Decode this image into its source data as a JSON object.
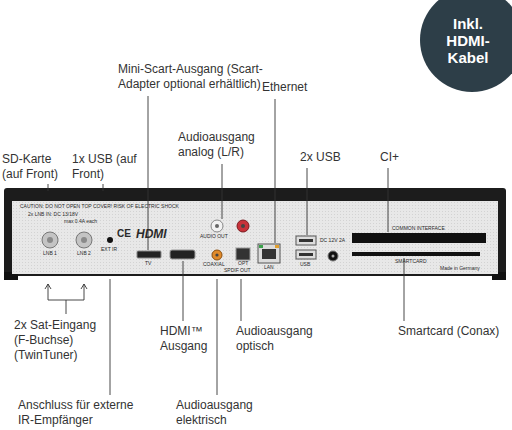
{
  "diagram": {
    "nodes": [
      {
        "text": [
          "Inkl. HDMI- Kabel"
        ]
      }
    ],
    "labels": [
      "SD-Karte (auf Front)",
      "1x USB (auf Front)",
      "Mini-Scart-Ausgang (Scart-Adapter optional erhältlich)",
      "Ethernet",
      "Audioausgang analog (L/R)",
      "2x USB",
      "CI+",
      "2x Sat-Eingang (F-Buchse) (TwinTuner)",
      "HDMI™ Ausgang",
      "Audioausgang optisch",
      "Smartcard (Conax)",
      "Anschluss für externe IR-Empfänger",
      "Audioausgang elektrisch",
      "CAUTION: DO NOT OPEN TOP COVER! RISK OF ELECTRIC SHOCK",
      "2x LNB IN: DC 13/18V",
      "max 0.4A each",
      "CE",
      "HDMI",
      "AUDIO OUT",
      "COAXIAL",
      "SPDIF OUT",
      "OPT",
      "LAN",
      "USB",
      "DC 12V 2A",
      "COMMON INTERFACE",
      "SMARTCARD",
      "Made in Germany",
      "LNB 1",
      "LNB 2",
      "EXT IR",
      "TV"
    ]
  }
}
